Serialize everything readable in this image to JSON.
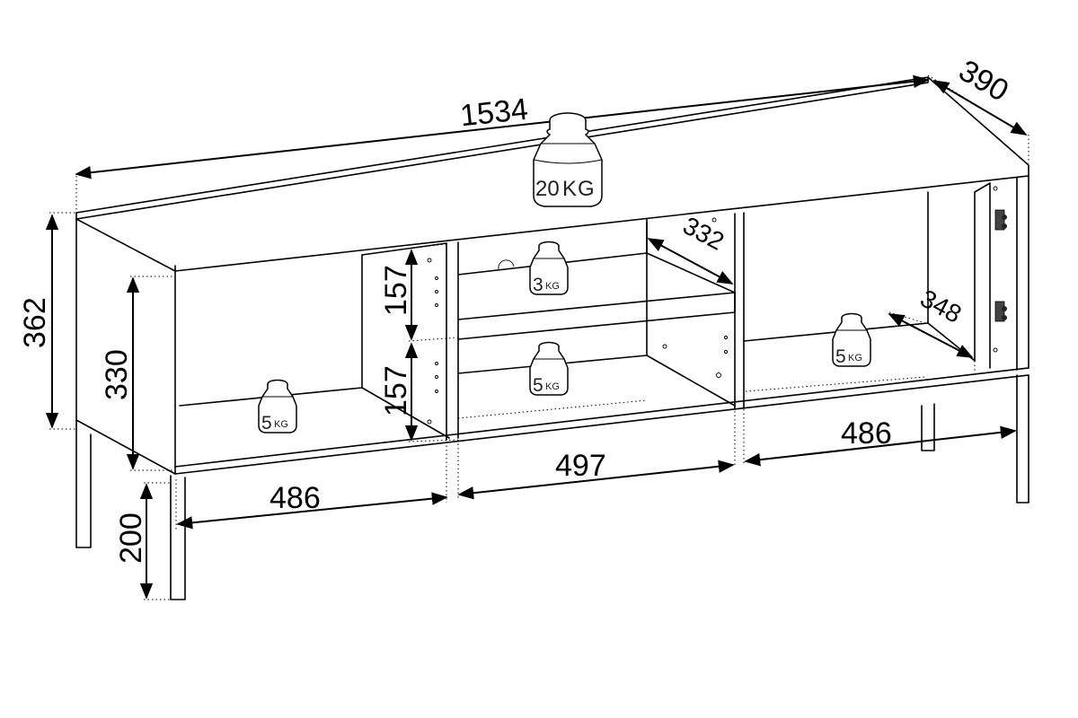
{
  "dimensions": {
    "width": "1534",
    "depth": "390",
    "height": "362",
    "inner_height": "330",
    "leg_height": "200",
    "shelf_top": "157",
    "shelf_bottom": "157",
    "left_width": "486",
    "center_width": "497",
    "right_width": "486",
    "shelf_depth_center": "332",
    "shelf_depth_right": "348"
  },
  "loads": {
    "top": {
      "num": "20",
      "unit": "KG"
    },
    "center_upper": {
      "num": "3",
      "unit": "KG"
    },
    "center_lower": {
      "num": "5",
      "unit": "KG"
    },
    "left": {
      "num": "5",
      "unit": "KG"
    },
    "right": {
      "num": "5",
      "unit": "KG"
    }
  }
}
